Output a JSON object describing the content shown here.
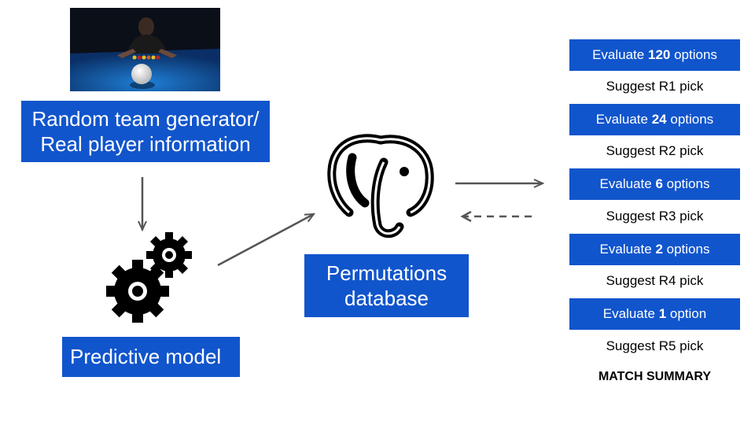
{
  "left": {
    "random_line1": "Random team generator/",
    "random_line2": "Real player information",
    "predictive": "Predictive model"
  },
  "center": {
    "perm_line1": "Permutations",
    "perm_line2": "database"
  },
  "rounds": [
    {
      "eval_pre": "Evaluate ",
      "eval_num": "120",
      "eval_post": " options",
      "suggest": "Suggest R1 pick"
    },
    {
      "eval_pre": "Evaluate ",
      "eval_num": "24",
      "eval_post": " options",
      "suggest": "Suggest R2 pick"
    },
    {
      "eval_pre": "Evaluate ",
      "eval_num": "6",
      "eval_post": " options",
      "suggest": "Suggest R3 pick"
    },
    {
      "eval_pre": "Evaluate ",
      "eval_num": "2",
      "eval_post": " options",
      "suggest": "Suggest R4 pick"
    },
    {
      "eval_pre": "Evaluate ",
      "eval_num": "1",
      "eval_post": " option",
      "suggest": "Suggest R5 pick"
    }
  ],
  "summary": "MATCH SUMMARY",
  "colors": {
    "box": "#1155cc",
    "arrow": "#555555"
  },
  "icons": [
    "billiards-photo",
    "gears-icon",
    "postgresql-elephant-icon"
  ]
}
